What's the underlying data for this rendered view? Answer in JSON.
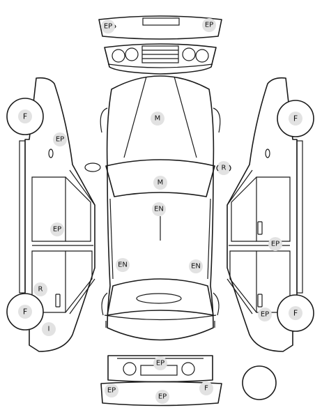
{
  "diagram": {
    "labels": {
      "ep": "EP",
      "m": "M",
      "en": "EN",
      "r": "R",
      "f": "F",
      "i": "I"
    }
  }
}
